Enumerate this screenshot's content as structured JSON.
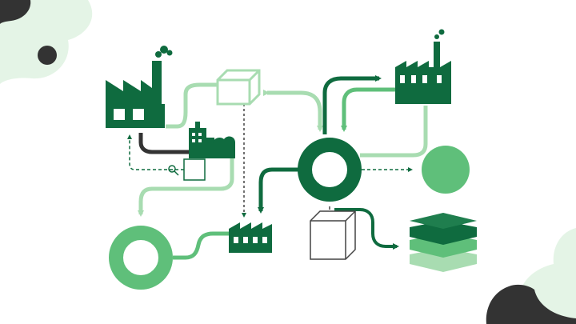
{
  "colors": {
    "dark_green": "#0f6b3f",
    "mid_green": "#5fbf7a",
    "light_green": "#a8dcb1",
    "pale_green": "#e4f4e6",
    "charcoal": "#333333",
    "box_stroke": "#444444",
    "white": "#ffffff"
  },
  "nodes": [
    {
      "id": "factory-top-left",
      "icon": "factory-icon"
    },
    {
      "id": "factory-top-right",
      "icon": "factory-icon"
    },
    {
      "id": "factory-bottom-center",
      "icon": "factory-icon"
    },
    {
      "id": "industrial-plant",
      "icon": "plant-icon"
    },
    {
      "id": "hub-ring",
      "icon": "ring-icon"
    },
    {
      "id": "green-ring-bottom-left",
      "icon": "ring-icon"
    },
    {
      "id": "solid-circle-right",
      "icon": "circle-icon"
    },
    {
      "id": "cube-top",
      "icon": "cube-icon"
    },
    {
      "id": "cube-bottom",
      "icon": "cube-icon"
    },
    {
      "id": "inspection-box",
      "icon": "box-icon"
    },
    {
      "id": "magnifier",
      "icon": "magnifier-icon"
    },
    {
      "id": "layer-stack",
      "icon": "layers-icon"
    }
  ]
}
